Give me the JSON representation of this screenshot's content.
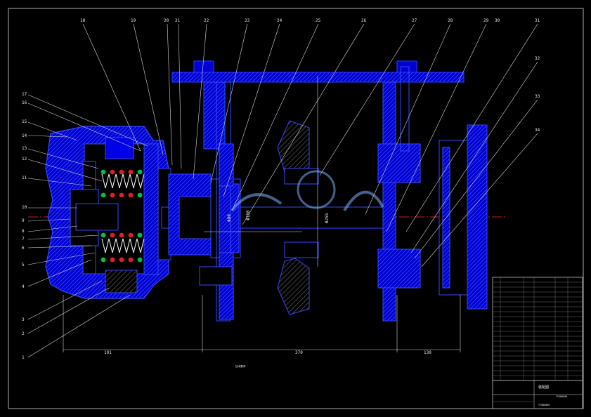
{
  "labels": {
    "top": [
      "18",
      "19",
      "20",
      "21",
      "22",
      "23",
      "24",
      "25",
      "26",
      "27",
      "28",
      "29",
      "30",
      "31"
    ],
    "right": [
      "32",
      "33",
      "34"
    ],
    "left": [
      "17",
      "16",
      "15",
      "14",
      "13",
      "12",
      "11",
      "10",
      "9",
      "8",
      "7",
      "6",
      "5",
      "4",
      "3",
      "2",
      "1"
    ]
  },
  "dimensions": {
    "d1": "191",
    "d2": "370",
    "d3": "130",
    "d4": "Φ150",
    "d5": "Φ80",
    "d6": "Φ255"
  },
  "notes": {
    "heading": "技术要求",
    "lines": [
      "",
      "",
      "",
      ""
    ]
  },
  "title_block": {
    "name": "装配图",
    "drawing_no": "TYGB0000",
    "drawing_no_2": "TYGB0000"
  }
}
